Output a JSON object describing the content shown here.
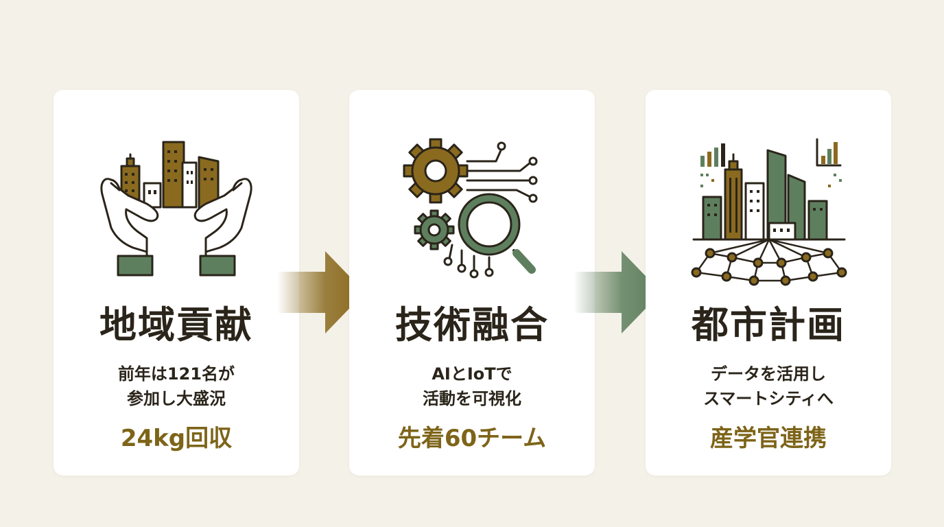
{
  "colors": {
    "background": "#f4f1e8",
    "card": "#ffffff",
    "gold": "#8a6a1f",
    "green": "#5e7f5e",
    "ink": "#2a241a",
    "highlight": "#7d6418"
  },
  "cards": [
    {
      "icon": "hands-holding-city-icon",
      "title": "地域貢献",
      "desc": [
        "前年は121名が",
        "参加し大盛況"
      ],
      "highlight": "24kg回収"
    },
    {
      "icon": "gears-circuit-magnifier-icon",
      "title": "技術融合",
      "desc": [
        "AIとIoTで",
        "活動を可視化"
      ],
      "highlight": "先着60チーム"
    },
    {
      "icon": "smart-city-network-icon",
      "title": "都市計画",
      "desc": [
        "データを活用し",
        "スマートシティへ"
      ],
      "highlight": "産学官連携"
    }
  ]
}
